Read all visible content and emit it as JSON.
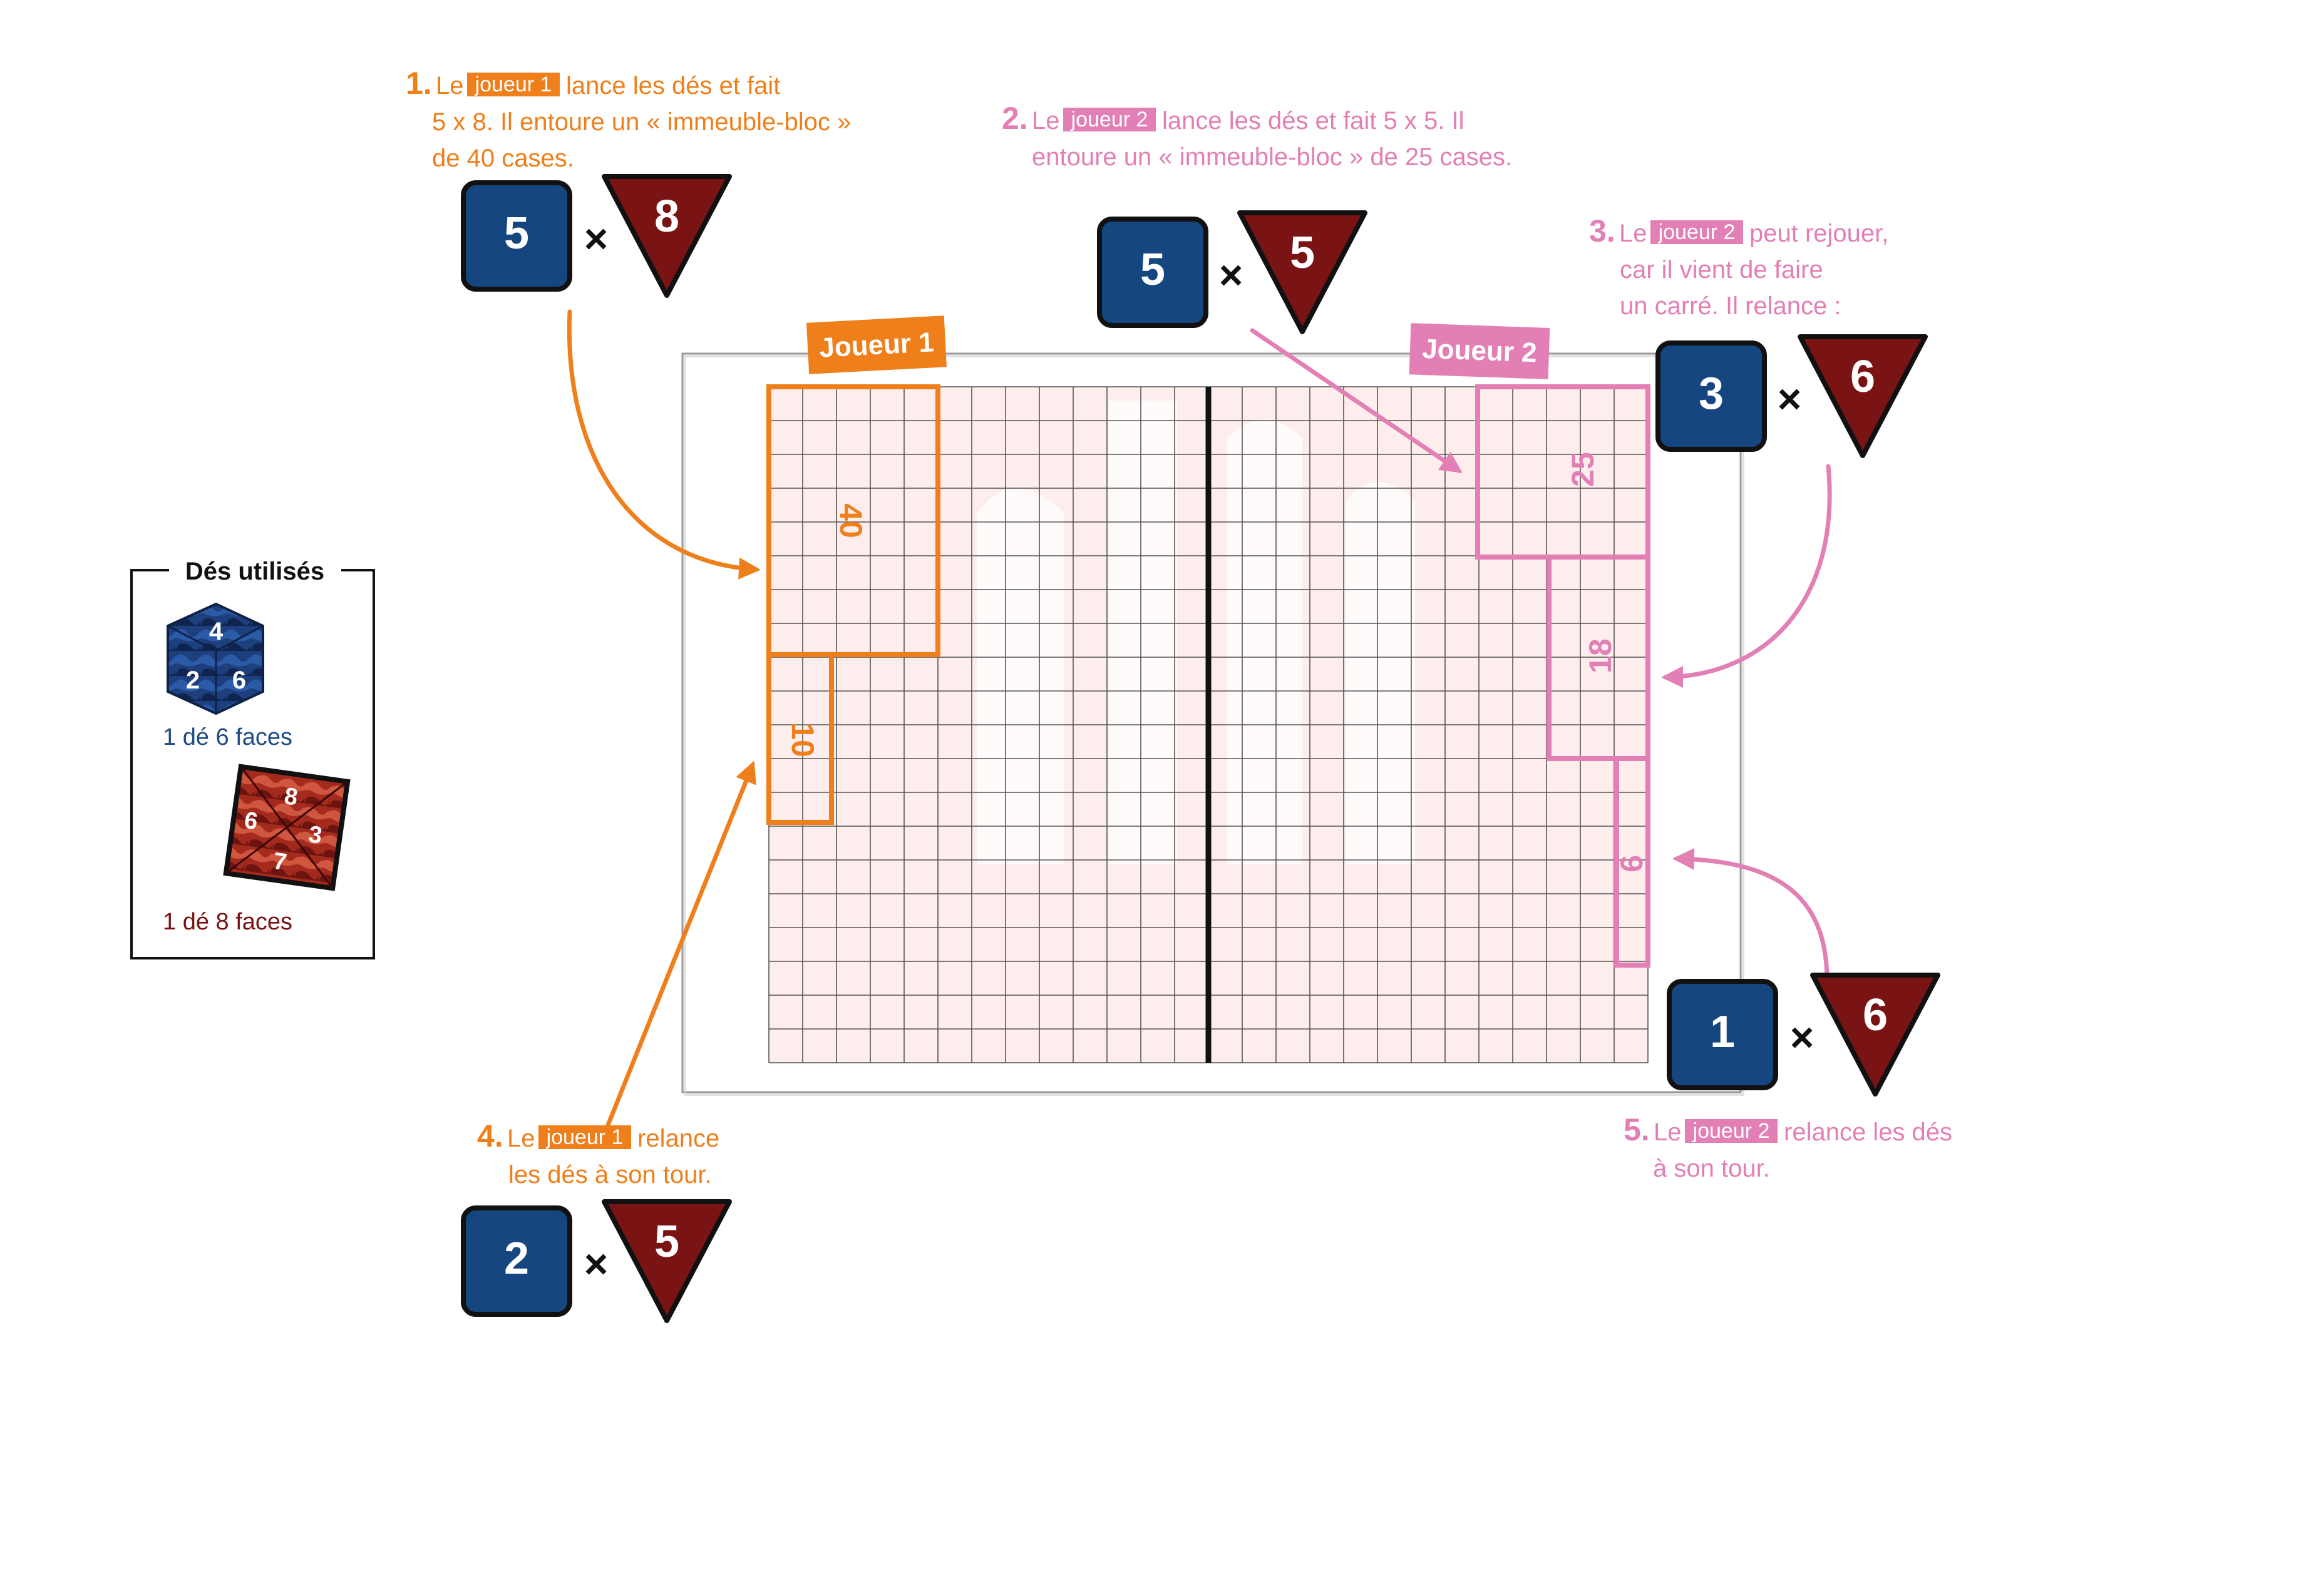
{
  "colors": {
    "orange": "#EE7F1A",
    "pink": "#E27FB4",
    "blue_die": "#16467F",
    "red_die": "#7A1414",
    "legend_blue": "#1E4A86",
    "legend_red": "#7A1414",
    "grid_line": "#555555",
    "grid_bg": "#FDEDEC"
  },
  "legend": {
    "title": "Dés utilisés",
    "d6_label": "1 dé 6 faces",
    "d8_label": "1 dé 8 faces",
    "d6_faces": [
      "4",
      "2",
      "6"
    ],
    "d8_faces": [
      "8",
      "6",
      "3",
      "7"
    ],
    "d6_icon": "blue-d6-die-icon",
    "d8_icon": "red-d8-die-icon"
  },
  "board": {
    "player1_label": "Joueur 1",
    "player2_label": "Joueur 2",
    "grid_columns": 26,
    "grid_rows": 20,
    "blocks": [
      {
        "label": "40",
        "owner": "joueur1"
      },
      {
        "label": "10",
        "owner": "joueur1"
      },
      {
        "label": "25",
        "owner": "joueur2"
      },
      {
        "label": "18",
        "owner": "joueur2"
      },
      {
        "label": "6",
        "owner": "joueur2"
      }
    ]
  },
  "steps": [
    {
      "num": "1.",
      "tag": "joueur 1",
      "pre": "Le",
      "lines": [
        "lance les dés et fait",
        "5 x 8. Il entoure un « immeuble-bloc »",
        "de 40 cases."
      ],
      "d6": "5",
      "d8": "8",
      "times": "×"
    },
    {
      "num": "2.",
      "tag": "joueur 2",
      "pre": "Le",
      "lines": [
        "lance les dés et fait 5 x 5. Il",
        "entoure un « immeuble-bloc » de 25 cases."
      ],
      "d6": "5",
      "d8": "5",
      "times": "×"
    },
    {
      "num": "3.",
      "tag": "joueur 2",
      "pre": "Le",
      "lines": [
        "peut rejouer,",
        "car il vient de faire",
        "un carré. Il relance :"
      ],
      "d6": "3",
      "d8": "6",
      "times": "×"
    },
    {
      "num": "4.",
      "tag": "joueur 1",
      "pre": "Le",
      "lines": [
        "relance",
        "les dés à son tour."
      ],
      "d6": "2",
      "d8": "5",
      "times": "×"
    },
    {
      "num": "5.",
      "tag": "joueur 2",
      "pre": "Le",
      "lines": [
        "relance les dés",
        "à son tour."
      ],
      "d6": "1",
      "d8": "6",
      "times": "×"
    }
  ]
}
